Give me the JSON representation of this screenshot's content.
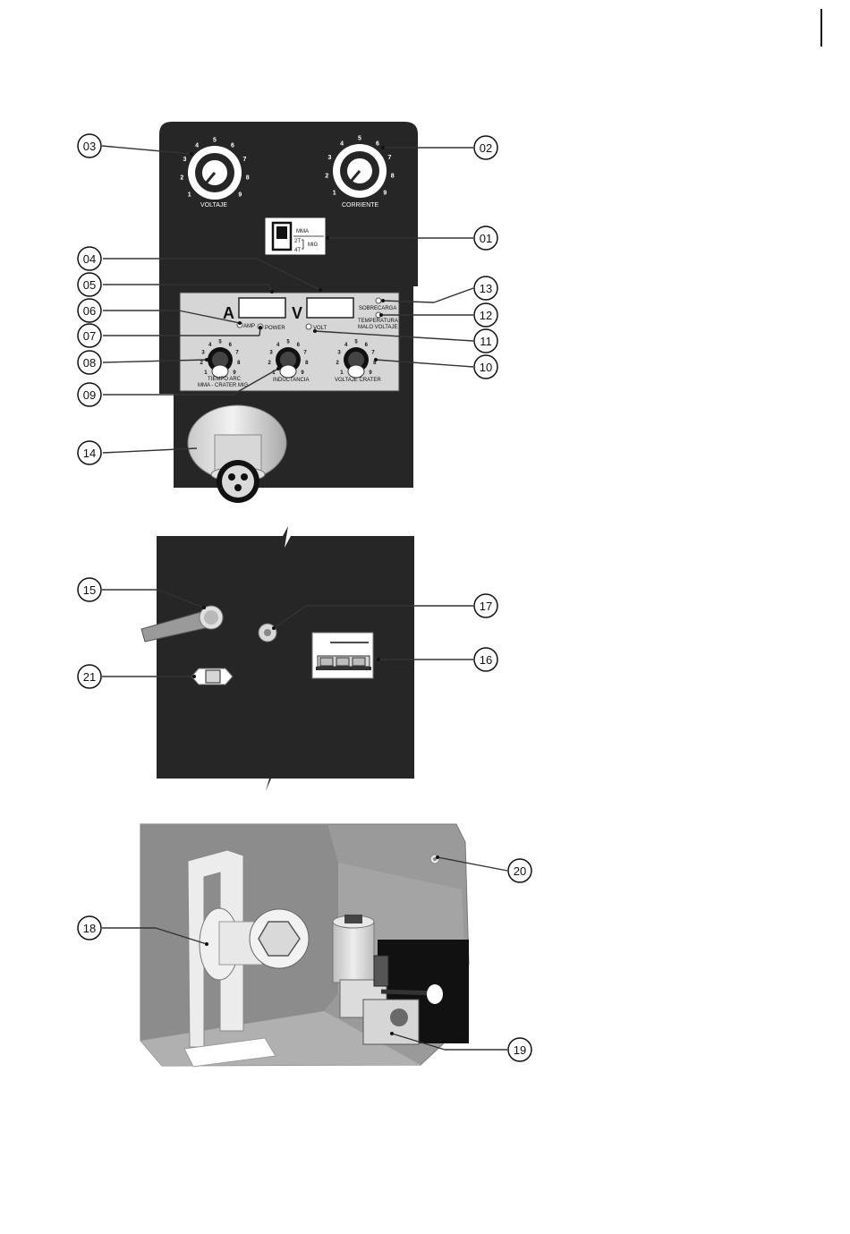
{
  "callouts": [
    "01",
    "02",
    "03",
    "04",
    "05",
    "06",
    "07",
    "08",
    "09",
    "10",
    "11",
    "12",
    "13",
    "14",
    "15",
    "16",
    "17",
    "18",
    "19",
    "20",
    "21"
  ],
  "front_panel": {
    "knob_left_label": "VOLTAJE",
    "knob_right_label": "CORRIENTE",
    "dial_numbers": [
      "1",
      "2",
      "3",
      "4",
      "5",
      "6",
      "7",
      "8",
      "9"
    ],
    "switch_mma": "MMA",
    "switch_2t": "2T",
    "switch_4t": "4T",
    "switch_mig": "MIG",
    "meter_a": "A",
    "meter_v": "V",
    "led_amp": "AMP",
    "led_power": "POWER",
    "led_volt": "VOLT",
    "overload_label": "SOBRECARGA",
    "temp_label_1": "TEMPERATURA",
    "temp_label_2": "MALO VOLTAJE",
    "small_dial_numbers": [
      "1",
      "2",
      "3",
      "4",
      "5",
      "6",
      "7",
      "8",
      "9"
    ],
    "small_knob_1_label_a": "TIEMPO ARC",
    "small_knob_1_label_b": "MMA - CRATER MIG",
    "small_knob_2_label": "INDUCTANCIA",
    "small_knob_3_label": "VOLTAJE CRATER"
  },
  "colors": {
    "panel_dark": "#262626",
    "plate": "#d6d6d6",
    "interior": "#9a9a9a",
    "line": "#333333"
  }
}
